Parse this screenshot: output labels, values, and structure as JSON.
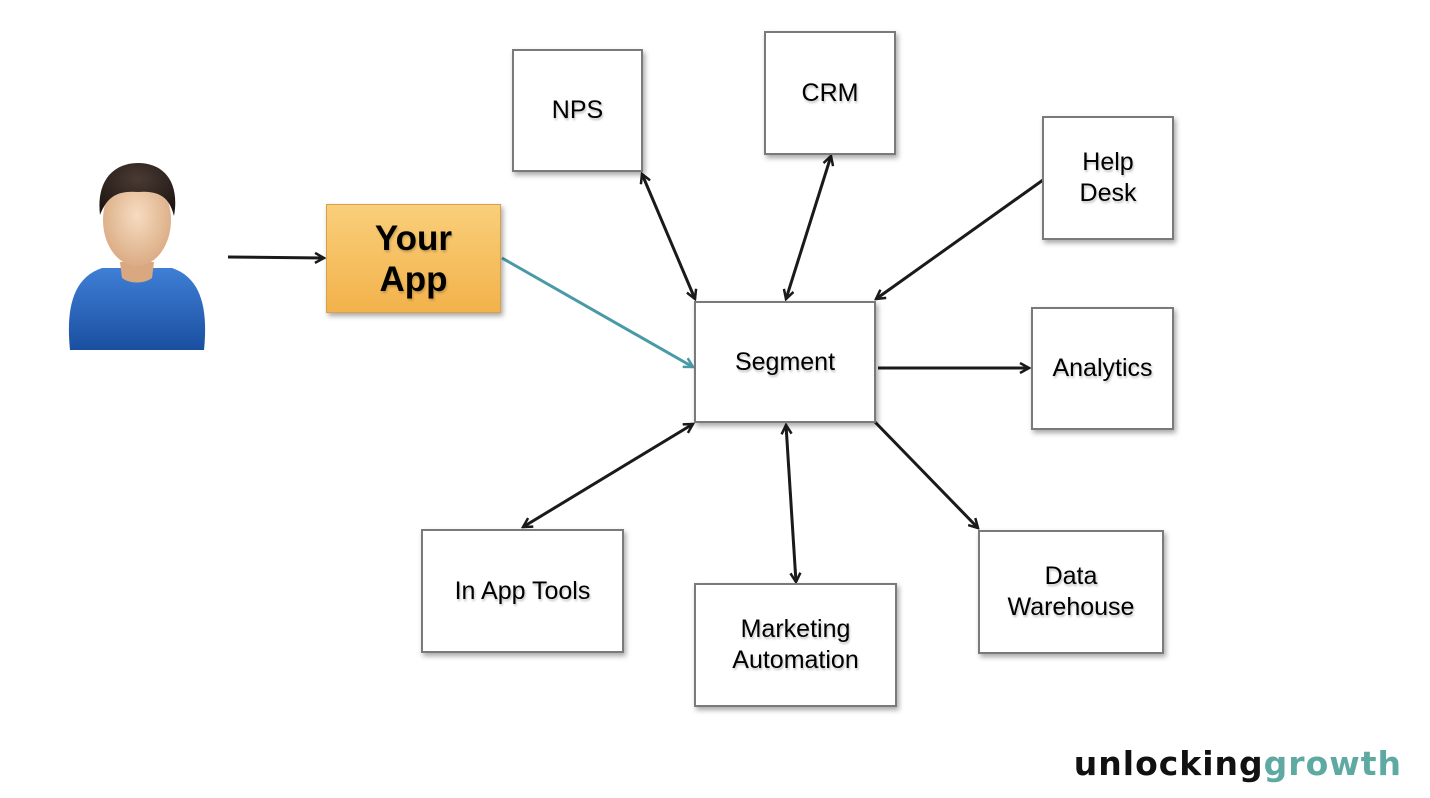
{
  "app_box": {
    "label": "Your\nApp",
    "color": "#f5be5e"
  },
  "hub": {
    "label": "Segment"
  },
  "tools": {
    "nps": "NPS",
    "crm": "CRM",
    "help_desk": "Help\nDesk",
    "analytics": "Analytics",
    "data_warehouse": "Data\nWarehouse",
    "marketing_automation": "Marketing\nAutomation",
    "in_app_tools": "In App Tools"
  },
  "colors": {
    "arrow": "#1a1a1a",
    "teal_arrow": "#4a9aa6",
    "brand_growth": "#5fa9a3"
  },
  "brand": {
    "part1": "unlocking",
    "part2": "growth"
  }
}
